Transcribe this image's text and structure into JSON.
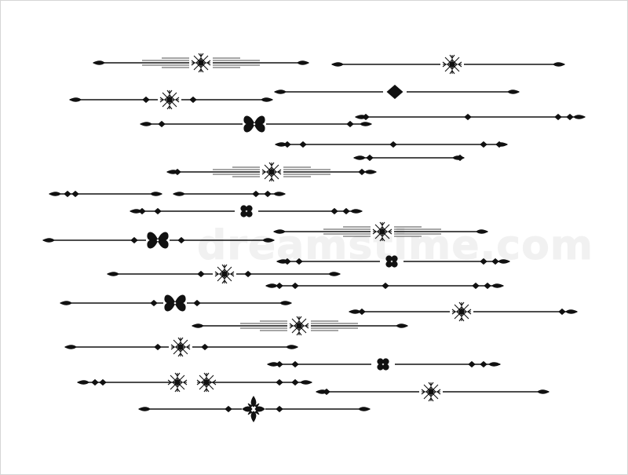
{
  "canvas": {
    "background": "#ffffff",
    "ink": "#111111",
    "frame_border": "#d6d6d6"
  },
  "watermark": {
    "text": "dreamstime.com"
  },
  "ornaments": [
    {
      "name": "divider-fancy-1",
      "style": "fancy",
      "motif": "snowflake"
    },
    {
      "name": "divider-simple-1",
      "style": "simple",
      "motif": "snowflake"
    },
    {
      "name": "divider-simple-2",
      "style": "simple",
      "motif": "diamond"
    },
    {
      "name": "divider-fancy-2",
      "style": "simple",
      "motif": "snowflake"
    },
    {
      "name": "divider-simple-3",
      "style": "simple",
      "motif": "butterfly"
    },
    {
      "name": "divider-simple-4",
      "style": "simple",
      "motif": "none"
    },
    {
      "name": "divider-simple-5",
      "style": "simple",
      "motif": "none"
    },
    {
      "name": "divider-simple-6",
      "style": "simple",
      "motif": "none"
    },
    {
      "name": "divider-fancy-3",
      "style": "fancy",
      "motif": "snowflake"
    },
    {
      "name": "divider-simple-7",
      "style": "simple",
      "motif": "none"
    },
    {
      "name": "divider-simple-8",
      "style": "simple",
      "motif": "none"
    },
    {
      "name": "divider-simple-9",
      "style": "simple",
      "motif": "clover"
    },
    {
      "name": "divider-fancy-4",
      "style": "fancy",
      "motif": "snowflake"
    },
    {
      "name": "divider-simple-10",
      "style": "simple",
      "motif": "butterfly"
    },
    {
      "name": "divider-simple-11",
      "style": "simple",
      "motif": "clover"
    },
    {
      "name": "divider-simple-12",
      "style": "simple",
      "motif": "snowflake"
    },
    {
      "name": "divider-simple-13",
      "style": "simple",
      "motif": "none"
    },
    {
      "name": "divider-simple-14",
      "style": "simple",
      "motif": "butterfly"
    },
    {
      "name": "divider-simple-15",
      "style": "simple",
      "motif": "snowflake"
    },
    {
      "name": "divider-fancy-5",
      "style": "fancy",
      "motif": "snowflake"
    },
    {
      "name": "divider-simple-16",
      "style": "simple",
      "motif": "snowflake"
    },
    {
      "name": "divider-simple-17",
      "style": "simple",
      "motif": "clover"
    },
    {
      "name": "divider-simple-18",
      "style": "simple",
      "motif": "snowflake-pair"
    },
    {
      "name": "divider-simple-19",
      "style": "simple",
      "motif": "snowflake"
    },
    {
      "name": "divider-simple-20",
      "style": "simple",
      "motif": "fleur"
    }
  ]
}
